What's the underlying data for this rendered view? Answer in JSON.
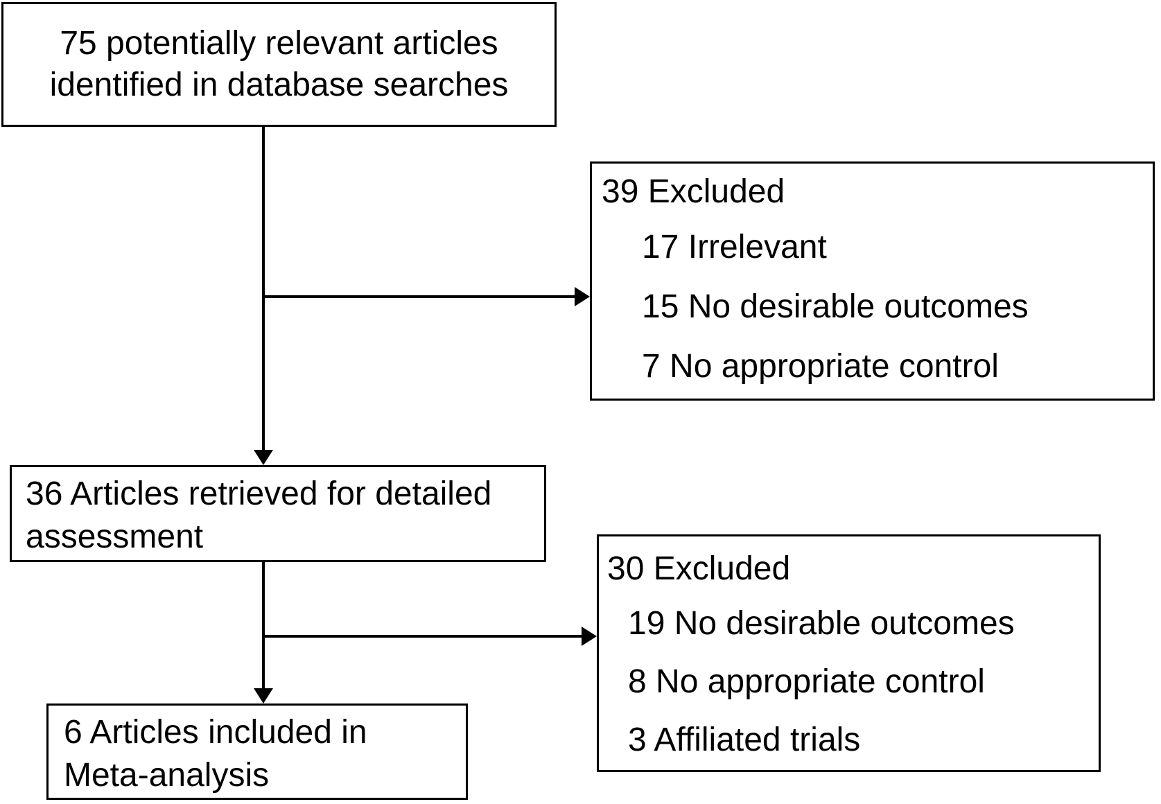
{
  "flow": {
    "identified": {
      "lines": [
        "75 potentially relevant articles",
        "identified in database searches"
      ]
    },
    "excluded_first": {
      "title": "39 Excluded",
      "items": [
        "17 Irrelevant",
        "15 No desirable outcomes",
        "7 No appropriate control"
      ]
    },
    "retrieved": {
      "lines": [
        "36 Articles retrieved for detailed",
        "assessment"
      ]
    },
    "excluded_second": {
      "title": "30 Excluded",
      "items": [
        "19 No desirable outcomes",
        "8 No appropriate control",
        "3 Affiliated trials"
      ]
    },
    "included": {
      "lines": [
        "6 Articles included in",
        "Meta-analysis"
      ]
    },
    "colors": {
      "ink": "#000000",
      "background": "#ffffff"
    }
  }
}
